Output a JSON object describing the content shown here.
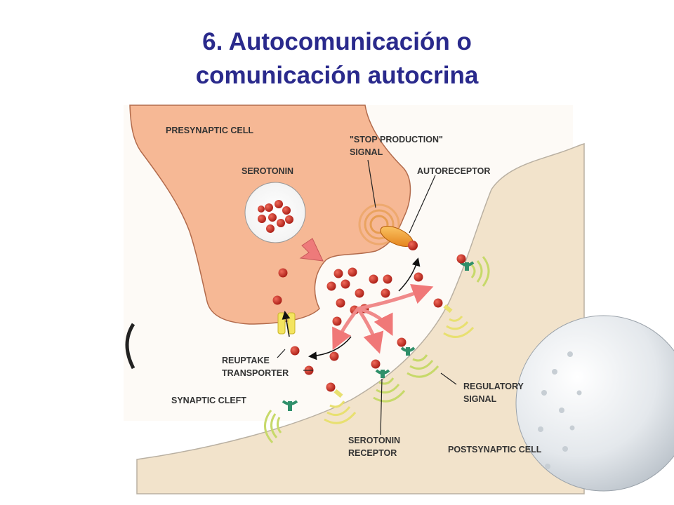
{
  "title": {
    "line1": "6. Autocomunicación o",
    "line2": "comunicación autocrina"
  },
  "labels": {
    "presynaptic_cell": "PRESYNAPTIC CELL",
    "stop_production_1": "\"STOP PRODUCTION\"",
    "stop_production_2": "SIGNAL",
    "serotonin": "SEROTONIN",
    "autoreceptor": "AUTORECEPTOR",
    "reuptake_1": "REUPTAKE",
    "reuptake_2": "TRANSPORTER",
    "synaptic_cleft": "SYNAPTIC CLEFT",
    "regulatory_1": "REGULATORY",
    "regulatory_2": "SIGNAL",
    "serotonin_receptor_1": "SEROTONIN",
    "serotonin_receptor_2": "RECEPTOR",
    "postsynaptic_cell": "POSTSYNAPTIC CELL"
  },
  "colors": {
    "title": "#2a2a8c",
    "presynaptic": "#f6b895",
    "postsynaptic": "#f2e3cb",
    "serotonin_dot": "#c4271f",
    "autoreceptor": "#f08a1e",
    "arrow": "#f08a8a",
    "receptor": "#2f8f6a"
  }
}
